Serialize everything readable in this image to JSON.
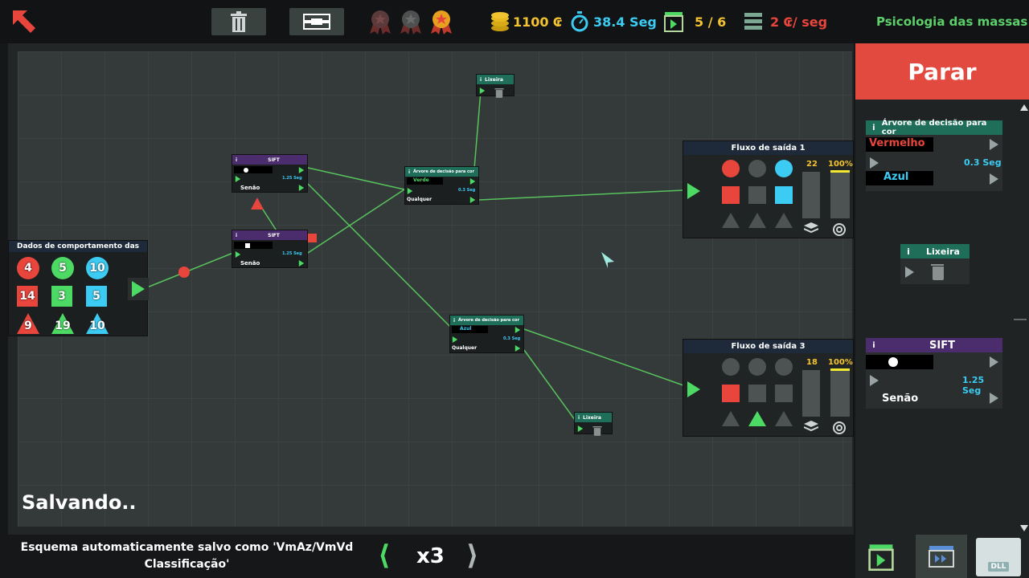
{
  "topbar": {
    "coins": "1100 ₢",
    "time": "38.4 Seg",
    "levels": "5 / 6",
    "rate": "2 ₢/ seg",
    "level_name": "Psicologia das massas"
  },
  "colors": {
    "green": "#4cd964",
    "red": "#e8453c",
    "blue": "#3ccbf2",
    "gold": "#f2c230",
    "purple": "#4b2d6e",
    "teal": "#1e6e5a"
  },
  "input_node": {
    "title": "Dados de comportamento das",
    "counts": [
      "4",
      "5",
      "10",
      "14",
      "3",
      "5",
      "9",
      "19",
      "10"
    ]
  },
  "sift1": {
    "title": "SIFT",
    "speed": "1.25 Seg",
    "out_label": "Senão",
    "info": "i"
  },
  "sift2": {
    "title": "SIFT",
    "speed": "1.25 Seg",
    "out_label": "Senão",
    "info": "i"
  },
  "tree1": {
    "title": "Árvore de decisão para cor",
    "select": "Verde",
    "speed": "0.3 Seg",
    "any": "Qualquer",
    "info": "i"
  },
  "tree2": {
    "title": "Árvore de decisão para cor",
    "select": "Azul",
    "speed": "0.3 Seg",
    "any": "Qualquer",
    "info": "i"
  },
  "trash1": {
    "title": "Lixeira",
    "info": "i"
  },
  "trash2": {
    "title": "Lixeira",
    "info": "i"
  },
  "out1": {
    "title": "Fluxo de saída 1",
    "count": "22",
    "pct": "100%",
    "fill": 1.0
  },
  "out3": {
    "title": "Fluxo de saída 3",
    "count": "18",
    "pct": "100%",
    "fill": 1.0
  },
  "status": "Salvando..",
  "panel": {
    "stop": "Parar",
    "tree": {
      "title": "Árvore de decisão para cor",
      "select": "Vermelho",
      "speed": "0.3 Seg",
      "select2": "Azul",
      "info": "i"
    },
    "trash": {
      "title": "Lixeira",
      "info": "i"
    },
    "sift": {
      "title": "SIFT",
      "speed": "1.25 Seg",
      "out_label": "Senão",
      "info": "i"
    }
  },
  "bottom": {
    "message": "Esquema automaticamente salvo como 'VmAz/VmVd Classificação'",
    "speed": "x3",
    "dll": "DLL"
  },
  "icons": [
    "back-arrow-icon",
    "trash-icon",
    "layout-icon",
    "medal-icon",
    "coin-icon",
    "stopwatch-icon",
    "output-icon",
    "server-icon"
  ]
}
